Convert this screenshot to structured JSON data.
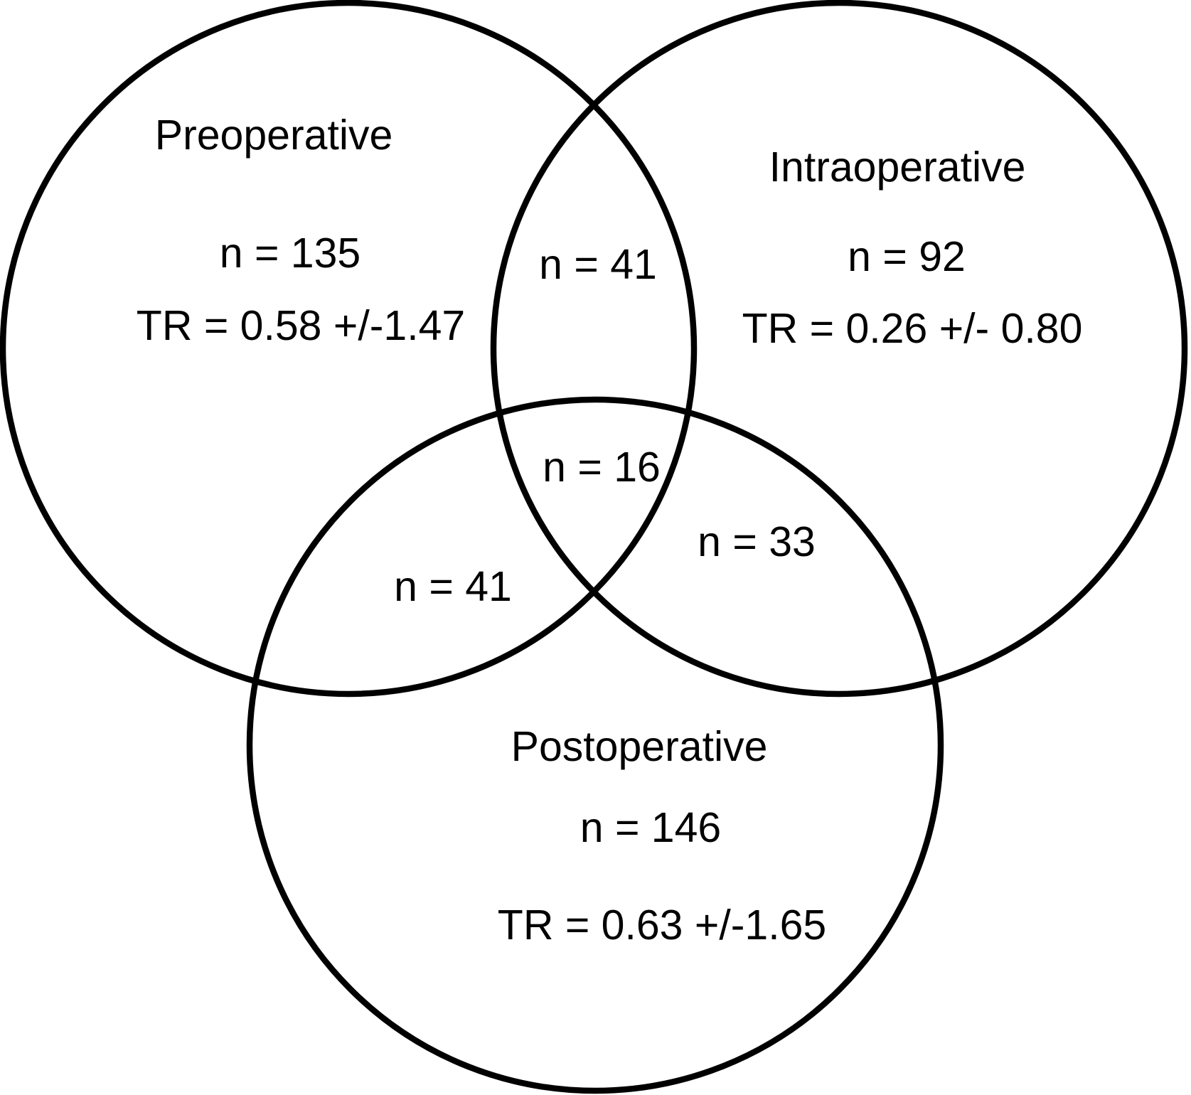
{
  "diagram_type": "venn-3",
  "colors": {
    "background": "#ffffff",
    "stroke": "#000000",
    "text": "#000000"
  },
  "sets": {
    "preoperative": {
      "name": "Preoperative",
      "n_label": "n = 135",
      "n": 135,
      "tr_label": "TR = 0.58 +/-1.47",
      "tr_mean": 0.58,
      "tr_sd": 1.47
    },
    "intraoperative": {
      "name": "Intraoperative",
      "n_label": "n = 92",
      "n": 92,
      "tr_label": "TR = 0.26 +/- 0.80",
      "tr_mean": 0.26,
      "tr_sd": 0.8
    },
    "postoperative": {
      "name": "Postoperative",
      "n_label": "n = 146",
      "n": 146,
      "tr_label": "TR = 0.63 +/-1.65",
      "tr_mean": 0.63,
      "tr_sd": 1.65
    }
  },
  "overlaps": {
    "pre_intra": {
      "between": [
        "Preoperative",
        "Intraoperative"
      ],
      "label": "n = 41",
      "n": 41
    },
    "pre_post": {
      "between": [
        "Preoperative",
        "Postoperative"
      ],
      "label": "n = 41",
      "n": 41
    },
    "intra_post": {
      "between": [
        "Intraoperative",
        "Postoperative"
      ],
      "label": "n = 33",
      "n": 33
    },
    "all_three": {
      "between": [
        "Preoperative",
        "Intraoperative",
        "Postoperative"
      ],
      "label": "n = 16",
      "n": 16
    }
  }
}
